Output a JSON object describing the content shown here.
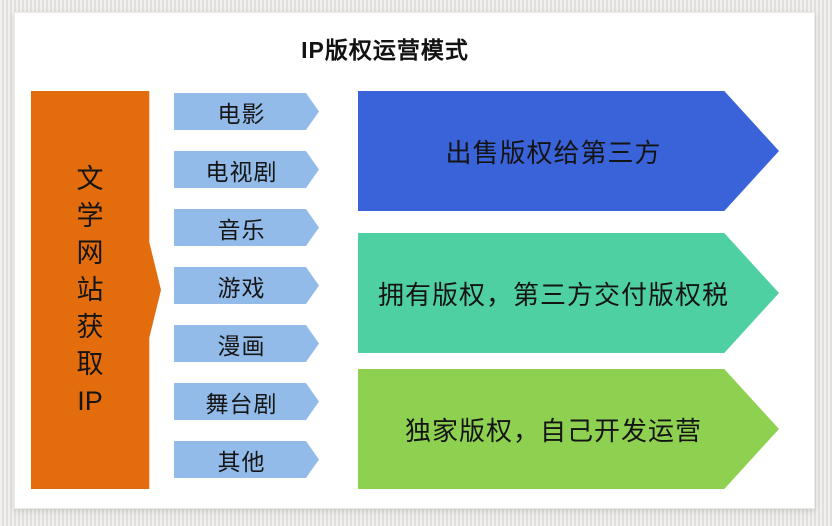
{
  "title": "IP版权运营模式",
  "source": {
    "label": "文学网站获取IP",
    "chars": [
      "文",
      "学",
      "网",
      "站",
      "获",
      "取",
      "IP"
    ],
    "color": "#E36D0D"
  },
  "channel_color": "#92BBE9",
  "channels": [
    {
      "label": "电影"
    },
    {
      "label": "电视剧"
    },
    {
      "label": "音乐"
    },
    {
      "label": "游戏"
    },
    {
      "label": "漫画"
    },
    {
      "label": "舞台剧"
    },
    {
      "label": "其他"
    }
  ],
  "outcomes": [
    {
      "label": "出售版权给第三方",
      "color": "#3A62D9"
    },
    {
      "label": "拥有版权，第三方交付版权税",
      "color": "#4FD0A3"
    },
    {
      "label": "独家版权，自己开发运营",
      "color": "#8ED04F"
    }
  ],
  "text_color": "#141414",
  "background_color": "#E5E3E0",
  "panel_color": "#FFFFFF"
}
